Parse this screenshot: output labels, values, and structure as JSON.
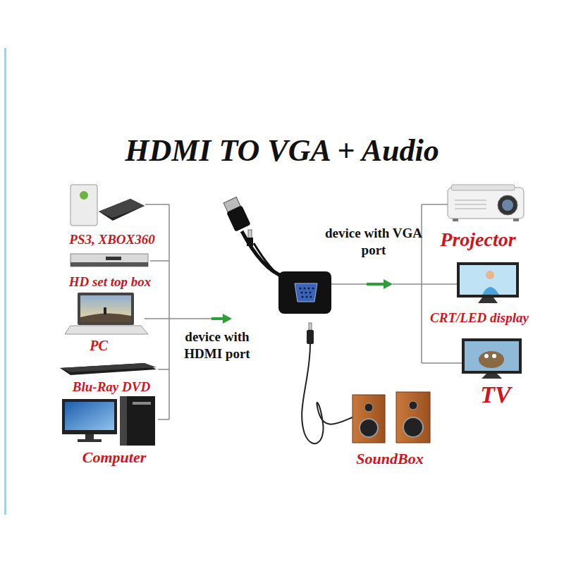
{
  "diagram": {
    "title": "HDMI TO VGA + Audio",
    "nodes": [
      {
        "text": [
          "PS3, XBOX360"
        ]
      },
      {
        "text": [
          "HD set top box"
        ]
      },
      {
        "text": [
          "PC"
        ]
      },
      {
        "text": [
          "Blu-Ray DVD"
        ]
      },
      {
        "text": [
          "Computer"
        ]
      },
      {
        "text": [
          "Projector"
        ]
      },
      {
        "text": [
          "CRT/LED display"
        ]
      },
      {
        "text": [
          "TV"
        ]
      },
      {
        "text": [
          "SoundBox"
        ]
      }
    ],
    "labels": [
      "device with HDMI port",
      "device with VGA port"
    ]
  }
}
